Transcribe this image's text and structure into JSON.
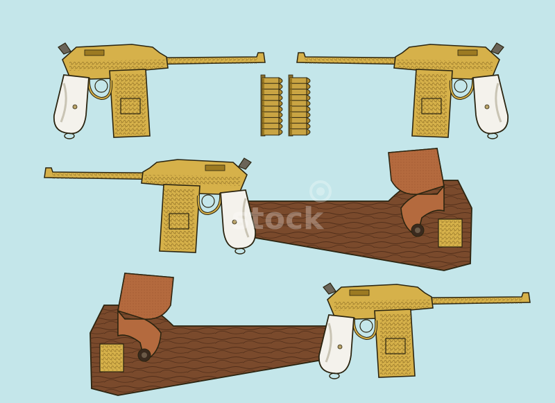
{
  "scene": {
    "description_free": true,
    "background_color": "#c4e6ea",
    "colors": {
      "gold": "#d6b14a",
      "gold_shadow": "#9c7a22",
      "gold_highlight": "#f1d77a",
      "ink": "#2a2410",
      "grip": "#f4f2ec",
      "grip_shadow": "#c9c4b4",
      "wood": "#7a4a2c",
      "wood_grain": "#4e2c18",
      "leather": "#b46a3e",
      "leather_dark": "#8a4a28",
      "brass_bullet": "#c9a443",
      "steel_tip": "#6d5a2a"
    },
    "watermark": {
      "text": "stock",
      "logo_icon": "dreamstime-logo-icon"
    },
    "objects": [
      {
        "name": "pistol-top-left",
        "facing": "right"
      },
      {
        "name": "pistol-top-right",
        "facing": "left"
      },
      {
        "name": "stripper-clip-left",
        "rounds": 10
      },
      {
        "name": "stripper-clip-right",
        "rounds": 10
      },
      {
        "name": "pistol-with-holster-stock-middle",
        "facing": "left"
      },
      {
        "name": "pistol-with-holster-stock-bottom",
        "facing": "right"
      }
    ]
  }
}
